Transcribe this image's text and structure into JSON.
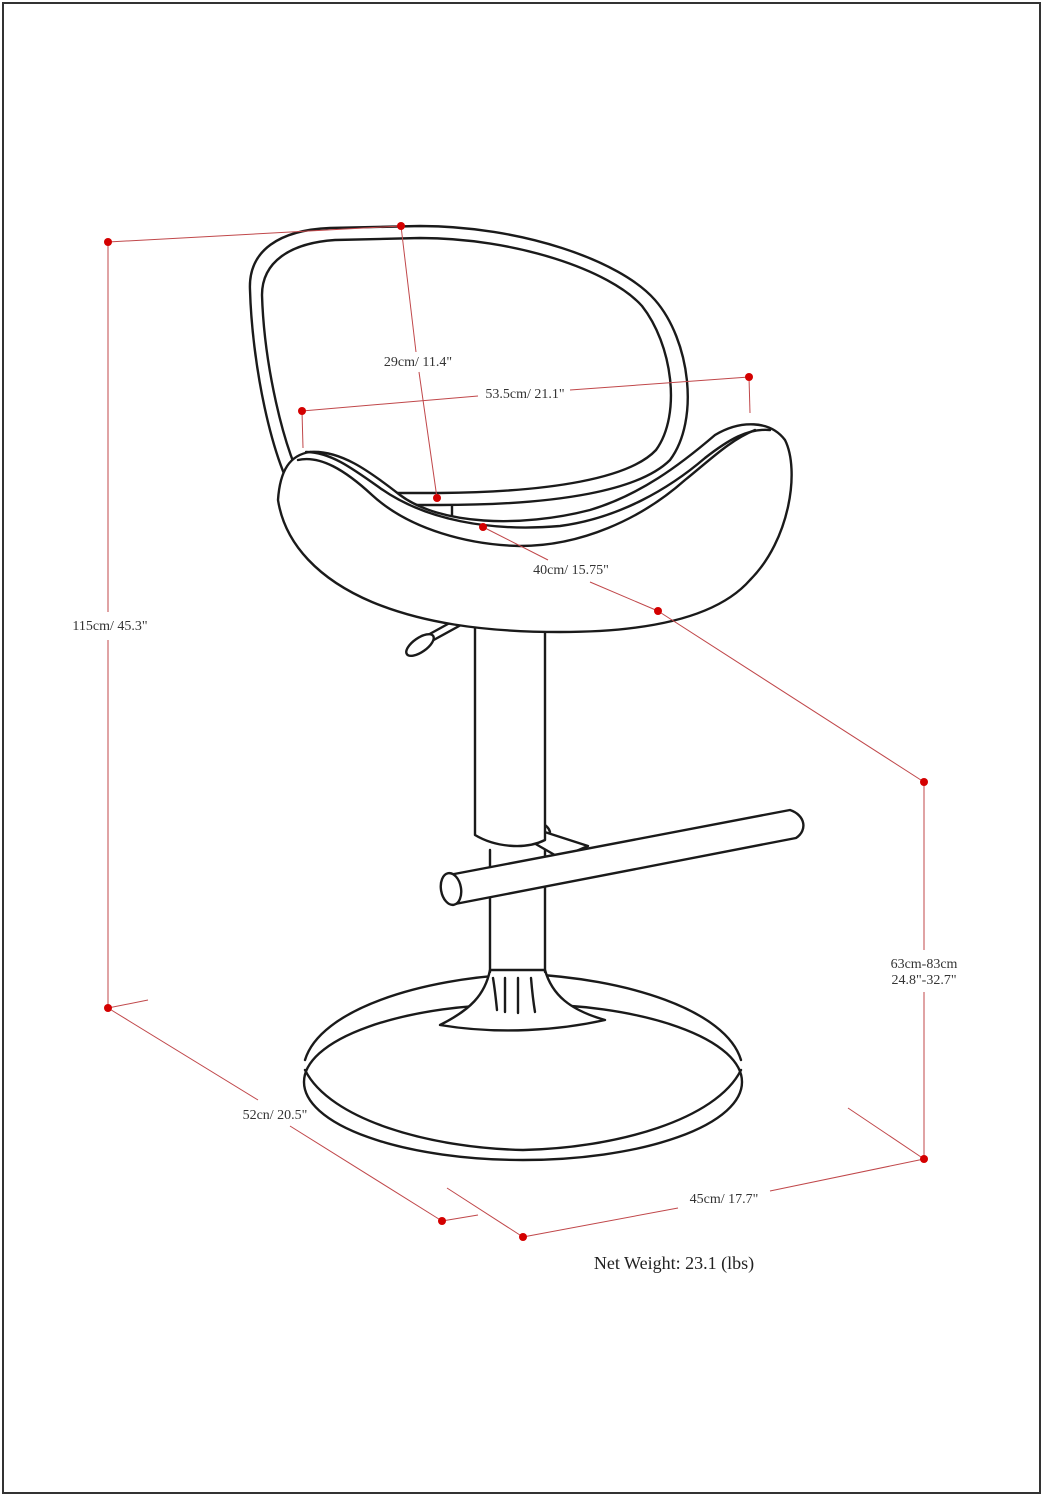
{
  "colors": {
    "dimension_line": "#c0474a",
    "dimension_dot": "#d40000",
    "outline": "#1a1a1a"
  },
  "dimensions": {
    "total_height": "115cm/ 45.3\"",
    "back_height": "29cm/ 11.4\"",
    "seat_width": "53.5cm/ 21.1\"",
    "seat_depth": "40cm/ 15.75\"",
    "seat_height_line1": "63cm-83cm",
    "seat_height_line2": "24.8\"-32.7\"",
    "base_depth": "52cn/ 20.5\"",
    "base_width": "45cm/ 17.7\""
  },
  "net_weight": "Net Weight: 23.1 (lbs)"
}
